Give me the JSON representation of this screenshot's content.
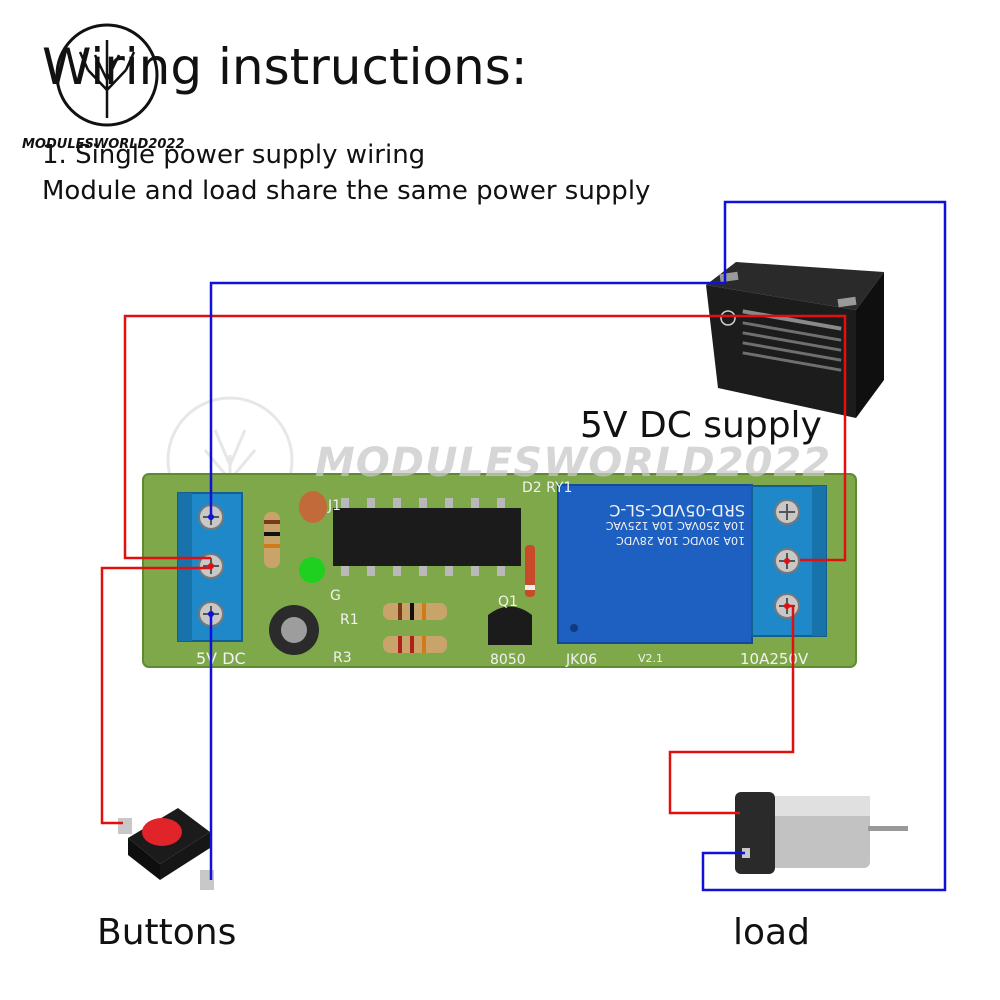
{
  "title": "Wiring instructions:",
  "subtitle_line1": "1. Single power supply wiring",
  "subtitle_line2": "Module and load share the same power supply",
  "brand_text": "MODULESWORLD2022",
  "watermark_text": "MODULESWORLD2022",
  "labels": {
    "supply": "5V DC supply",
    "buttons": "Buttons",
    "load": "load"
  },
  "board_silkscreen": {
    "power_input": "5V DC",
    "d2_ry1": "D2 RY1",
    "j1": "J1",
    "g": "G",
    "r1": "R1",
    "r3": "R3",
    "q1": "Q1",
    "transistor": "8050",
    "board_model": "JK06",
    "version": "V2.1",
    "relay_rating": "10A250V"
  },
  "relay_markings": {
    "model": "SRD-05VDC-SL-C",
    "line1": "10A 250VAC  10A 125VAC",
    "line2": "10A 30VDC  10A 28VDC"
  },
  "colors": {
    "positive_wire": "#e01010",
    "negative_wire": "#1010d8",
    "pcb": "#7fa84a",
    "terminal_block": "#1e88c8",
    "relay": "#1e5fc2"
  }
}
